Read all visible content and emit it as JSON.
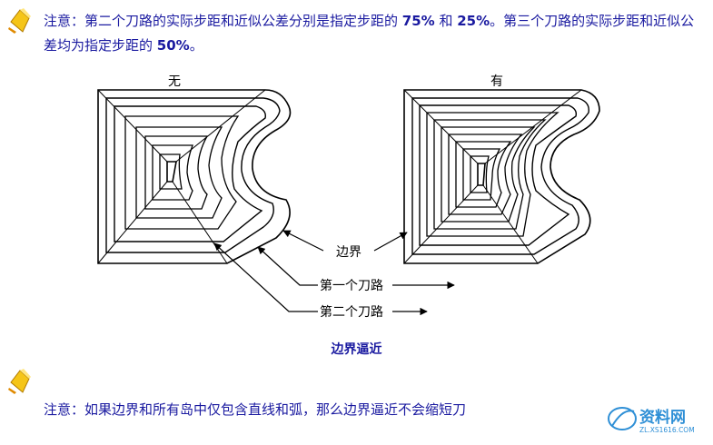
{
  "note_top": {
    "text_1": "注意：第二个刀路的实际步距和近似公差分别是指定步距的 ",
    "pct_75": "75%",
    "and": " 和 ",
    "pct_25": "25%",
    "text_2": "。第三个刀路的实际步距和近似公差均为指定步距的 ",
    "pct_50": "50%",
    "end": "。"
  },
  "diagram": {
    "left_label": "无",
    "right_label": "有",
    "boundary_label": "边界",
    "first_path_label": "第一个刀路",
    "second_path_label": "第二个刀路"
  },
  "caption": "边界逼近",
  "note_bottom": "注意：如果边界和所有岛中仅包含直线和弧，那么边界逼近不会缩短刀",
  "watermark": {
    "site": "资料网",
    "url": "ZL.XS1616.COM"
  },
  "colors": {
    "text": "#1a1aa0",
    "accent_logo": "#2e8fd6",
    "lines": "#000000"
  },
  "icons": [
    "note-icon",
    "note-icon",
    "watermark-logo-icon"
  ]
}
